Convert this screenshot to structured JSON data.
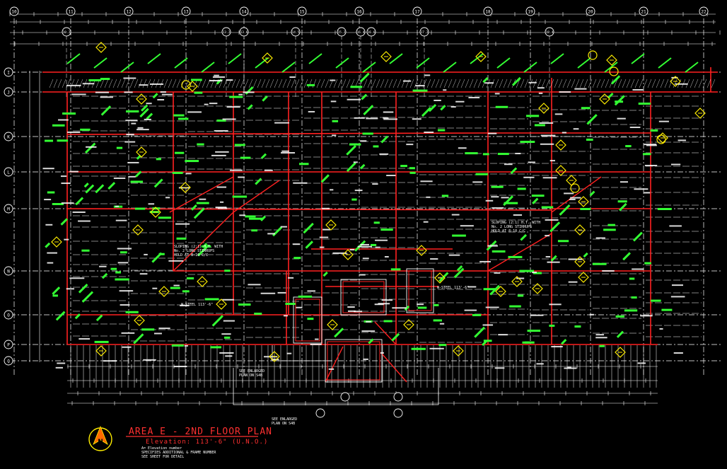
{
  "plan": {
    "title": "AREA E - 2ND FLOOR PLAN",
    "elevation": "Elevation: 113'-6\" (U.N.O.)",
    "north_label": "N",
    "legend_lines": [
      "A= Elevation number",
      "SPECIFIES ADDITIONAL & FRAME NUMBER",
      "SEE SHEET FOR DETAIL"
    ]
  },
  "grid_columns": [
    "10",
    "11",
    "12",
    "13",
    "14",
    "15",
    "16",
    "17",
    "18",
    "19",
    "20",
    "21",
    "22"
  ],
  "sub_columns": [
    "10.2",
    "13.2",
    "13.6",
    "14.5",
    "15.2",
    "16.4",
    "16.6",
    "17.2",
    "18.4"
  ],
  "grid_rows": [
    "I",
    "J",
    "K",
    "L",
    "M",
    "N",
    "O",
    "P",
    "Q"
  ],
  "callouts": [
    {
      "label": "SLOPING (2:1) H.T. WITH No. 2 LONG STIRRUPS HOLD AT 8-10 C/C"
    },
    {
      "label": "SLOPING (2:1) H.T. WITH No. 2 LONG STIRRUPS HOLD AT 8-10 C/C"
    },
    {
      "label": "SEE ENLARGED PLAN ON S4B"
    },
    {
      "label": "SEE ENLARGED PLAN ON S4B"
    },
    {
      "label": "W-STEEL 113'-6\""
    },
    {
      "label": "W-STEEL 113'-6\""
    }
  ],
  "colors": {
    "background": "#000000",
    "grid": "#ffffff",
    "beam": "#ff2020",
    "label": "#33ff33",
    "tag": "#ffee00",
    "dim": "#ffffff"
  }
}
